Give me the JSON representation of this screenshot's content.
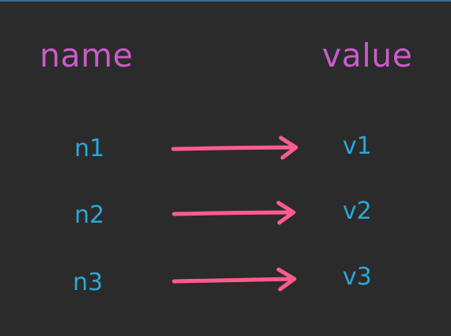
{
  "headers": {
    "name": "name",
    "value": "value"
  },
  "pairs": [
    {
      "name": "n1",
      "value": "v1"
    },
    {
      "name": "n2",
      "value": "v2"
    },
    {
      "name": "n3",
      "value": "v3"
    }
  ],
  "colors": {
    "background": "#2b2b2b",
    "header": "#c85cc8",
    "cell_text": "#2aa7d8",
    "arrow": "#ff5c8d"
  },
  "icons": {
    "mapping_arrow": "right-arrow-icon"
  }
}
